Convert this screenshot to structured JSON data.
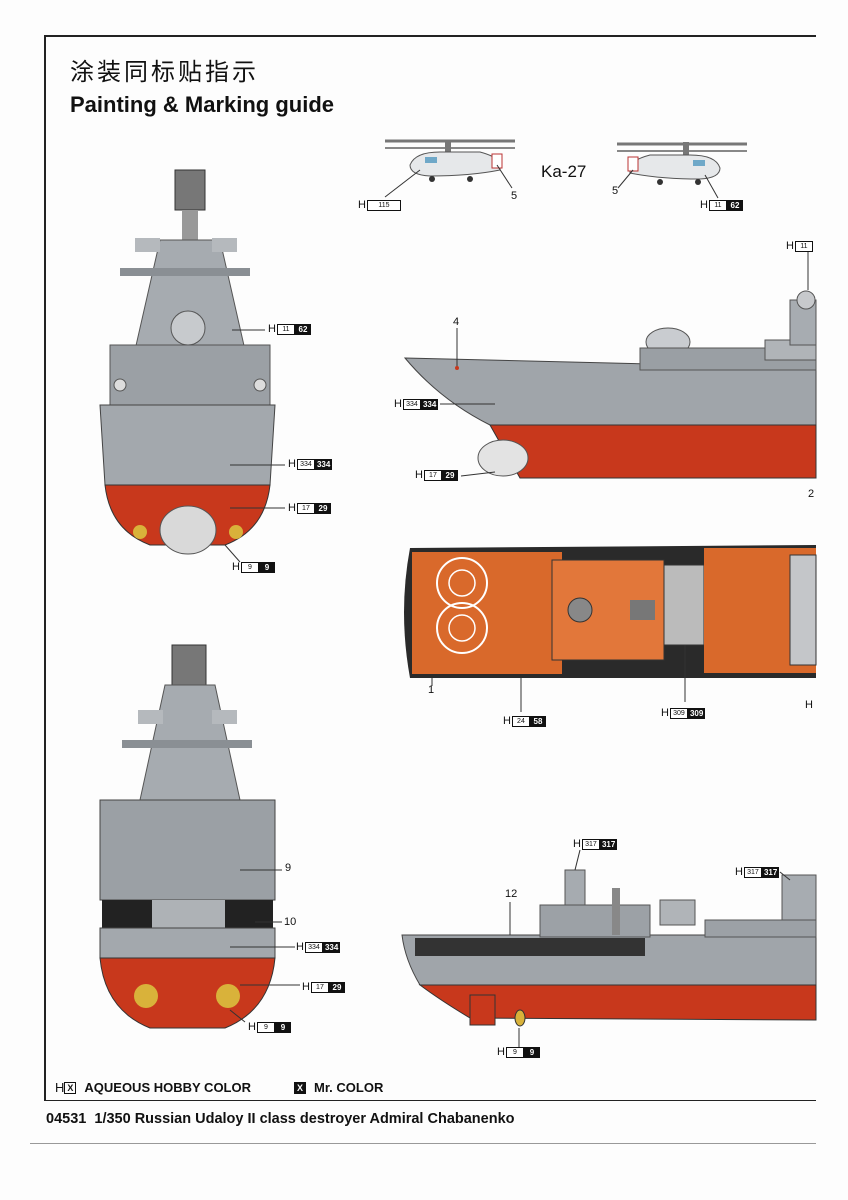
{
  "header": {
    "title_cn": "涂装同标贴指示",
    "title_en": "Painting & Marking guide"
  },
  "helicopter": {
    "label": "Ka-27"
  },
  "callouts": {
    "c5a": "5",
    "c5b": "5",
    "c4": "4",
    "c2": "2",
    "c1": "1",
    "c9": "9",
    "c10": "10",
    "c12": "12"
  },
  "paint_codes": {
    "heli_left": {
      "aqueous": "115",
      "mr": ""
    },
    "heli_right": {
      "aqueous": "11",
      "mr": "62"
    },
    "front_mast": {
      "aqueous": "11",
      "mr": "62"
    },
    "front_hull_grey": {
      "aqueous": "334",
      "mr": "334"
    },
    "front_hull_red": {
      "aqueous": "17",
      "mr": "29"
    },
    "front_props": {
      "aqueous": "9",
      "mr": "9"
    },
    "side_mast": {
      "aqueous": "11",
      "mr": ""
    },
    "side_hull_grey": {
      "aqueous": "334",
      "mr": "334"
    },
    "side_hull_red": {
      "aqueous": "17",
      "mr": "29"
    },
    "deck_line": {
      "aqueous": "24",
      "mr": "58"
    },
    "deck_orange": {
      "aqueous": "309",
      "mr": "309"
    },
    "deck_edge": {
      "aqueous": "",
      "mr": ""
    },
    "rear_hull_grey": {
      "aqueous": "334",
      "mr": "334"
    },
    "rear_hull_red": {
      "aqueous": "17",
      "mr": "29"
    },
    "rear_props": {
      "aqueous": "9",
      "mr": "9"
    },
    "stern_radar": {
      "aqueous": "317",
      "mr": "317"
    },
    "stern_superstructure": {
      "aqueous": "317",
      "mr": "317"
    },
    "stern_prop": {
      "aqueous": "9",
      "mr": "9"
    },
    "h_prefix": "H"
  },
  "legend": {
    "aqueous": "AQUEOUS HOBBY COLOR",
    "mr": "Mr. COLOR",
    "aqueous_prefix": "H",
    "aqueous_symbol": "X",
    "mr_symbol": "X"
  },
  "footer": {
    "text": "04531  1/350 Russian Udaloy II class destroyer Admiral Chabanenko"
  },
  "colors": {
    "hull_grey": "#9aa0a6",
    "hull_red": "#c8381c",
    "deck_orange": "#d9692b",
    "deck_dark": "#2a2a2a",
    "prop_yellow": "#d9b23a"
  }
}
